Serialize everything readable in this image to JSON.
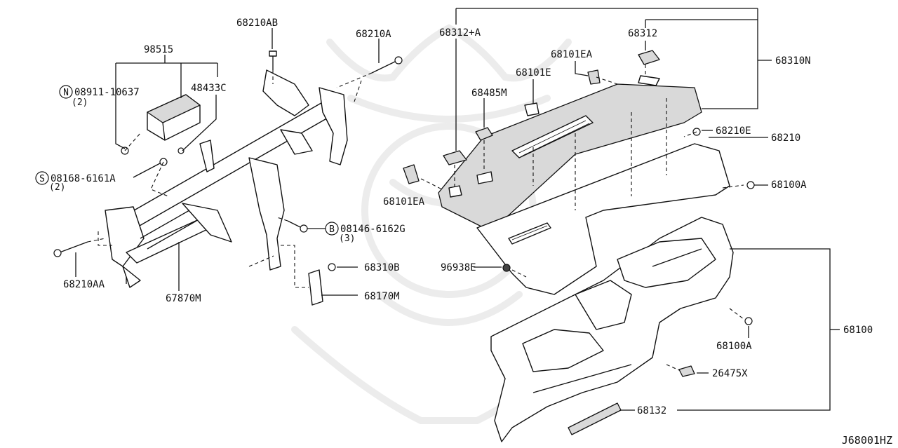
{
  "diagram_code": "J68001HZ",
  "labels": {
    "p98515": "98515",
    "p08911_10637": "08911-10637",
    "p08911_qty": "(2)",
    "p48433C": "48433C",
    "p68210AB": "68210AB",
    "p68210A": "68210A",
    "p08168_6161A": "08168-6161A",
    "p08168_qty": "(2)",
    "p08146_6162G": "08146-6162G",
    "p08146_qty": "(3)",
    "p68210AA": "68210AA",
    "p67870M": "67870M",
    "p68310B": "68310B",
    "p68170M": "68170M",
    "p68312A": "68312+A",
    "p68312": "68312",
    "p68310N": "68310N",
    "p68101EA_top": "68101EA",
    "p68101E": "68101E",
    "p68485M": "68485M",
    "p68210E": "68210E",
    "p68210": "68210",
    "p68100A_right": "68100A",
    "p68101EA_left": "68101EA",
    "p96938E": "96938E",
    "p68100": "68100",
    "p68100A_bottom": "68100A",
    "p26475X": "26475X",
    "p68132": "68132"
  },
  "prefix_symbols": {
    "nut": "N",
    "screw": "S",
    "bolt": "B"
  },
  "icons": [
    "watermark-emblem-icon"
  ]
}
